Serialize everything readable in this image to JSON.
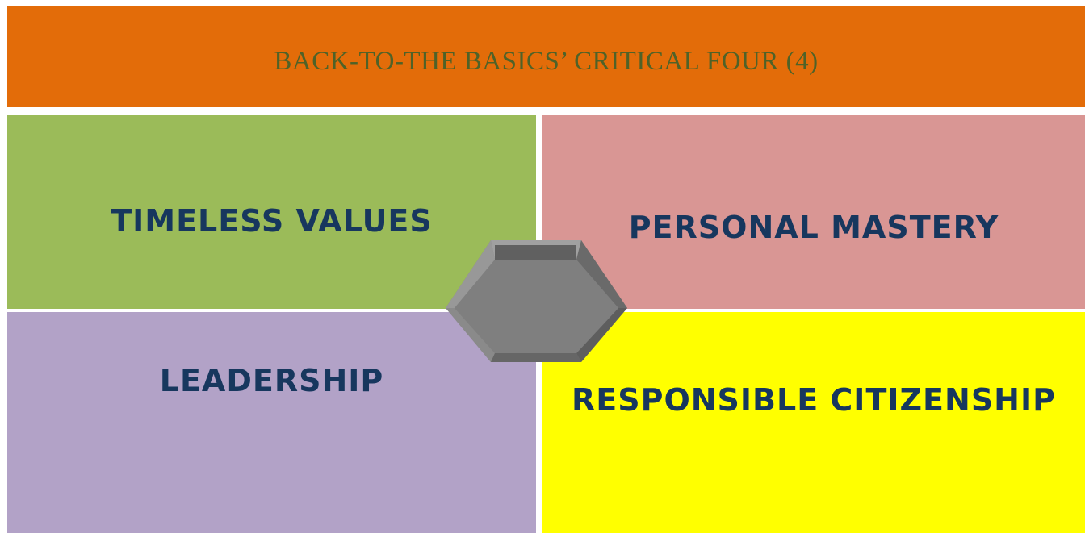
{
  "header": {
    "title": "BACK-TO-THE BASICS’ CRITICAL FOUR (4)",
    "color": "#e36c09",
    "text_color": "#4f6228"
  },
  "quadrants": [
    {
      "id": "top-left",
      "label": "TIMELESS VALUES",
      "color": "#9bbb59"
    },
    {
      "id": "top-right",
      "label": "PERSONAL MASTERY",
      "color": "#d99694"
    },
    {
      "id": "bottom-left",
      "label": "LEADERSHIP",
      "color": "#b2a2c7"
    },
    {
      "id": "bottom-right",
      "label": "RESPONSIBLE CITIZENSHIP",
      "color": "#ffff00"
    }
  ],
  "center_shape": {
    "shape": "beveled-hexagon",
    "color": "#7f7f7f"
  },
  "label_color": "#17375e"
}
